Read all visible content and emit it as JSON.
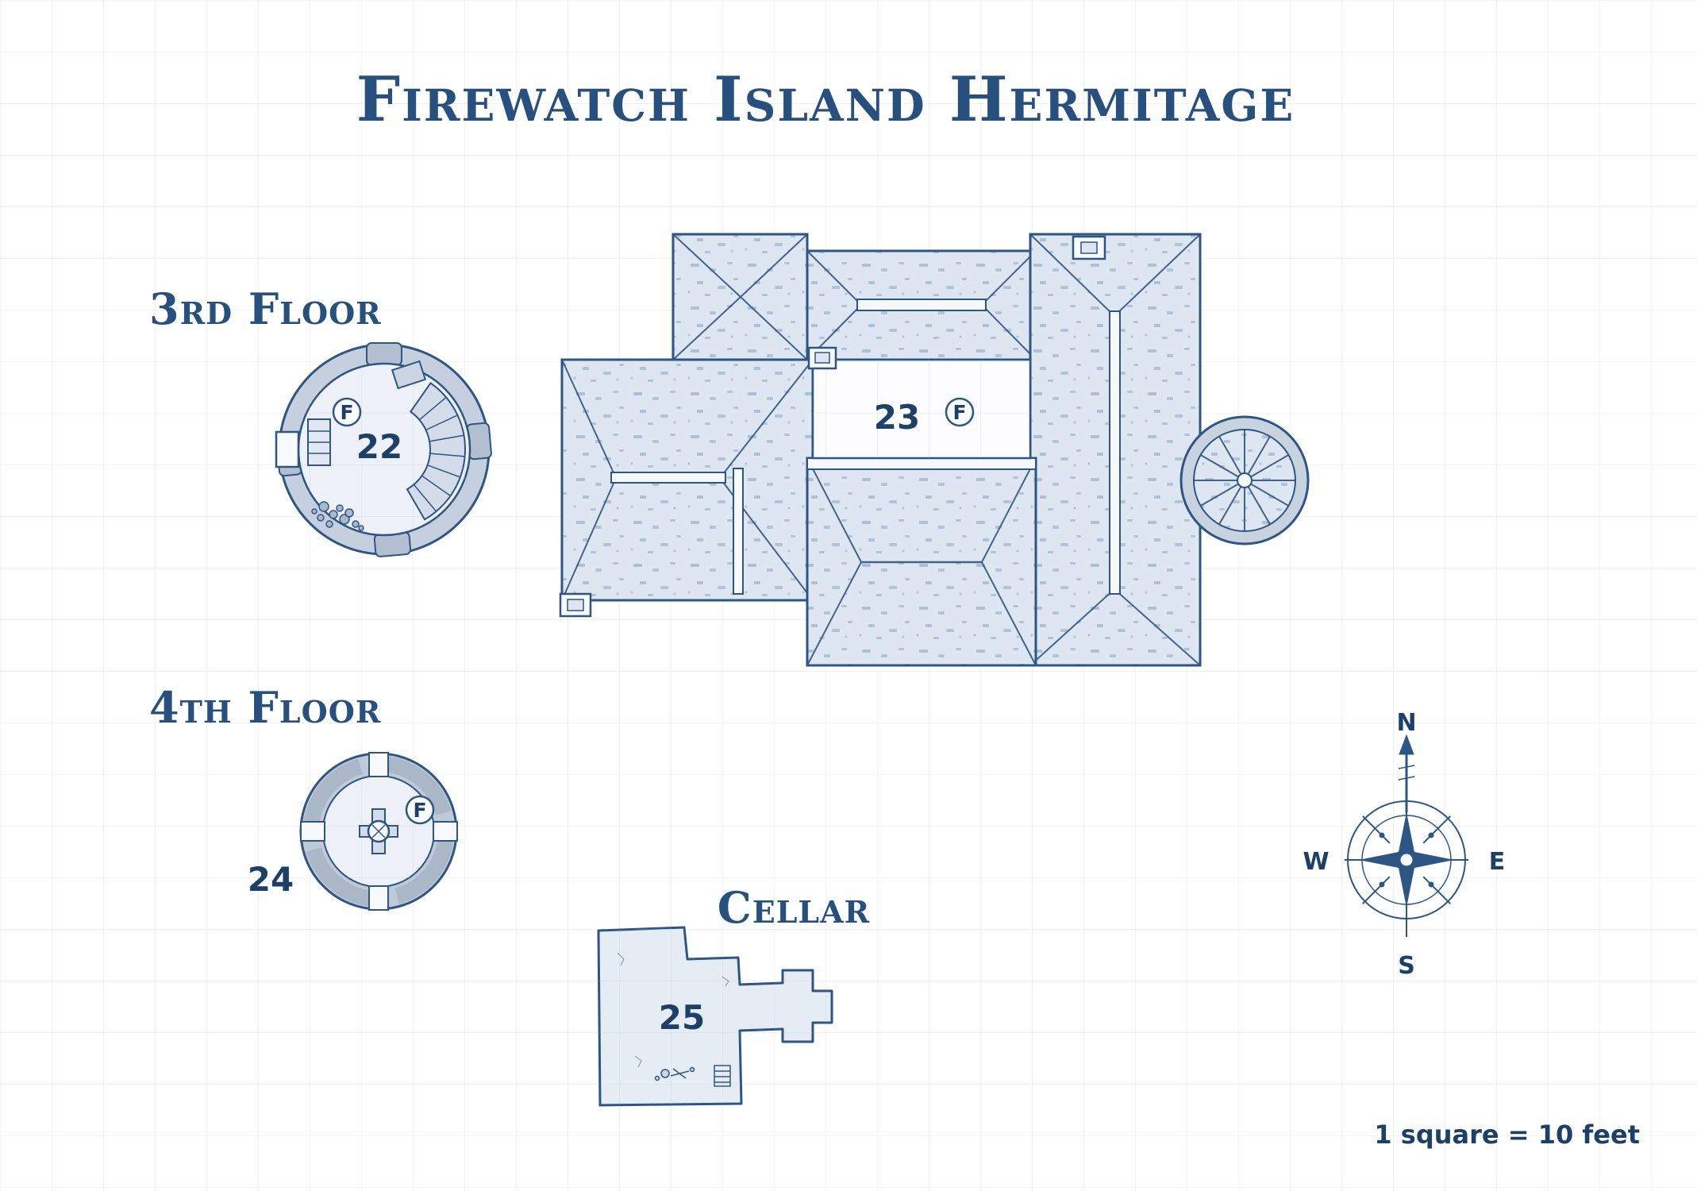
{
  "page": {
    "title": "Firewatch Island Hermitage",
    "scale_note": "1 square = 10 feet"
  },
  "sections": {
    "third_floor": {
      "label": "3rd Floor"
    },
    "fourth_floor": {
      "label": "4th Floor"
    },
    "cellar": {
      "label": "Cellar"
    }
  },
  "rooms": {
    "r22": {
      "number": "22",
      "fireplace": "F"
    },
    "r23": {
      "number": "23",
      "fireplace": "F"
    },
    "r24": {
      "number": "24",
      "fireplace": "F"
    },
    "r25": {
      "number": "25"
    }
  },
  "compass": {
    "n": "N",
    "e": "E",
    "s": "S",
    "w": "W"
  },
  "colors": {
    "ink": "#2e5684",
    "title_ink": "#27507e",
    "roof_fill": "#dee6f1",
    "wall_fill": "#c5cfdd",
    "interior_fill": "#eef2f8",
    "grid": "#b7c7da",
    "paper": "#ffffff"
  }
}
